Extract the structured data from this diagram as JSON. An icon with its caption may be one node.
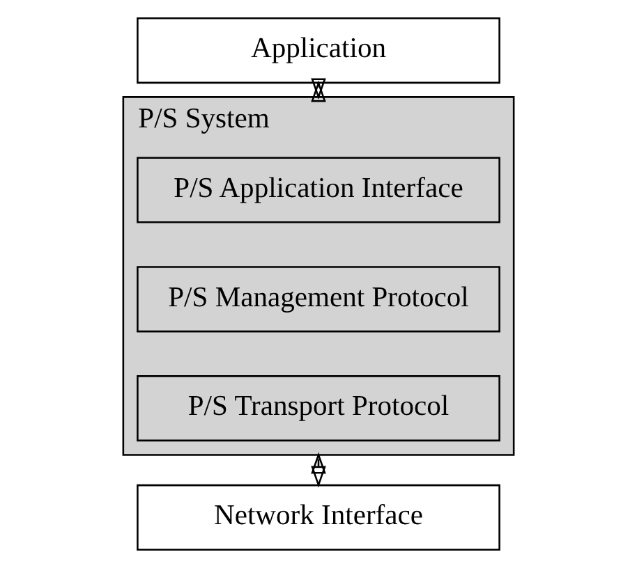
{
  "diagram": {
    "nodes": [
      {
        "text": [
          "Application"
        ]
      },
      {
        "text": [
          "P/S System"
        ]
      },
      {
        "text": [
          "P/S Application Interface"
        ],
        "in": 1
      },
      {
        "text": [
          "P/S Management Protocol"
        ],
        "in": 1
      },
      {
        "text": [
          "P/S Transport Protocol"
        ],
        "in": 1
      },
      {
        "text": [
          "Network Interface"
        ]
      }
    ],
    "edges": [
      {
        "from": 0,
        "to": 1,
        "arrow": "both"
      },
      {
        "from": 1,
        "to": 5,
        "arrow": "both"
      }
    ]
  }
}
